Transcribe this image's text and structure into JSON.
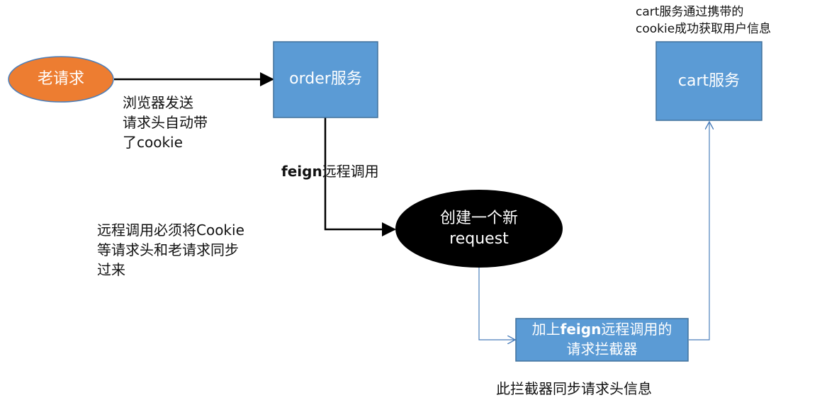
{
  "nodes": {
    "old_request": {
      "label": "老请求",
      "fill": "#ED7D31",
      "stroke": "#4A7EBB",
      "text_color": "#ffffff"
    },
    "order_service": {
      "label": "order服务",
      "fill": "#5B9BD5",
      "stroke": "#41719C",
      "text_color": "#ffffff"
    },
    "new_request": {
      "label_line1": "创建一个新",
      "label_line2": "request",
      "fill": "#000000",
      "text_color": "#ffffff"
    },
    "interceptor": {
      "label_prefix": "加上",
      "label_bold": "feign",
      "label_suffix": "远程调用的",
      "label_line2": "请求拦截器",
      "fill": "#5B9BD5",
      "stroke": "#41719C",
      "text_color": "#ffffff"
    },
    "cart_service": {
      "label": "cart服务",
      "fill": "#5B9BD5",
      "stroke": "#41719C",
      "text_color": "#ffffff"
    }
  },
  "annotations": {
    "browser_send": [
      "浏览器发送",
      "请求头自动带",
      "了cookie"
    ],
    "feign_call_bold": "feign",
    "feign_call_rest": "远程调用",
    "sync_note": [
      "远程调用必须将Cookie",
      "等请求头和老请求同步",
      "过来"
    ],
    "interceptor_note": "此拦截器同步请求头信息",
    "cart_note": [
      "cart服务通过携带的",
      "cookie成功获取用户信息"
    ]
  },
  "colors": {
    "arrow_black": "#000000",
    "arrow_blue": "#4A7EBB"
  }
}
